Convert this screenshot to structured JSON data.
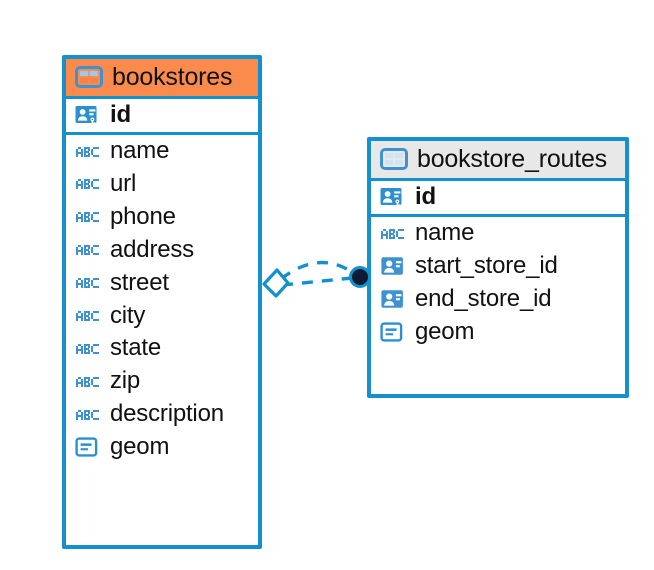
{
  "diagram": {
    "type": "entity-relationship-diagram",
    "background_color": "#ffffff",
    "accent_color": "#1490cf",
    "highlight_color": "#fb8b4d",
    "neutral_header_color": "#e8e8e8"
  },
  "entities": [
    {
      "name": "bookstores",
      "table_icon": "table-icon",
      "header_style": "accent-orange",
      "fields": [
        {
          "label": "id",
          "icon": "primary-key-icon",
          "bold": true,
          "key": "pk"
        },
        {
          "label": "name",
          "icon": "abc-text-icon",
          "bold": false,
          "key": ""
        },
        {
          "label": "url",
          "icon": "abc-text-icon",
          "bold": false,
          "key": ""
        },
        {
          "label": "phone",
          "icon": "abc-text-icon",
          "bold": false,
          "key": ""
        },
        {
          "label": "address",
          "icon": "abc-text-icon",
          "bold": false,
          "key": ""
        },
        {
          "label": "street",
          "icon": "abc-text-icon",
          "bold": false,
          "key": ""
        },
        {
          "label": "city",
          "icon": "abc-text-icon",
          "bold": false,
          "key": ""
        },
        {
          "label": "state",
          "icon": "abc-text-icon",
          "bold": false,
          "key": ""
        },
        {
          "label": "zip",
          "icon": "abc-text-icon",
          "bold": false,
          "key": ""
        },
        {
          "label": "description",
          "icon": "abc-text-icon",
          "bold": false,
          "key": ""
        },
        {
          "label": "geom",
          "icon": "geometry-icon",
          "bold": false,
          "key": ""
        }
      ]
    },
    {
      "name": "bookstore_routes",
      "table_icon": "table-icon",
      "header_style": "accent-gray",
      "fields": [
        {
          "label": "id",
          "icon": "primary-key-icon",
          "bold": true,
          "key": "pk"
        },
        {
          "label": "name",
          "icon": "abc-text-icon",
          "bold": false,
          "key": ""
        },
        {
          "label": "start_store_id",
          "icon": "foreign-key-icon",
          "bold": false,
          "key": "fk"
        },
        {
          "label": "end_store_id",
          "icon": "foreign-key-icon",
          "bold": false,
          "key": "fk"
        },
        {
          "label": "geom",
          "icon": "geometry-icon",
          "bold": false,
          "key": ""
        }
      ]
    }
  ],
  "relationship": {
    "source_entity": "bookstores",
    "target_entity": "bookstore_routes",
    "source_marker": "diamond-marker",
    "target_marker": "circle-marker",
    "line_style": "dashed",
    "line_color": "#1490cf",
    "target_marker_color": "#0d1b33"
  }
}
